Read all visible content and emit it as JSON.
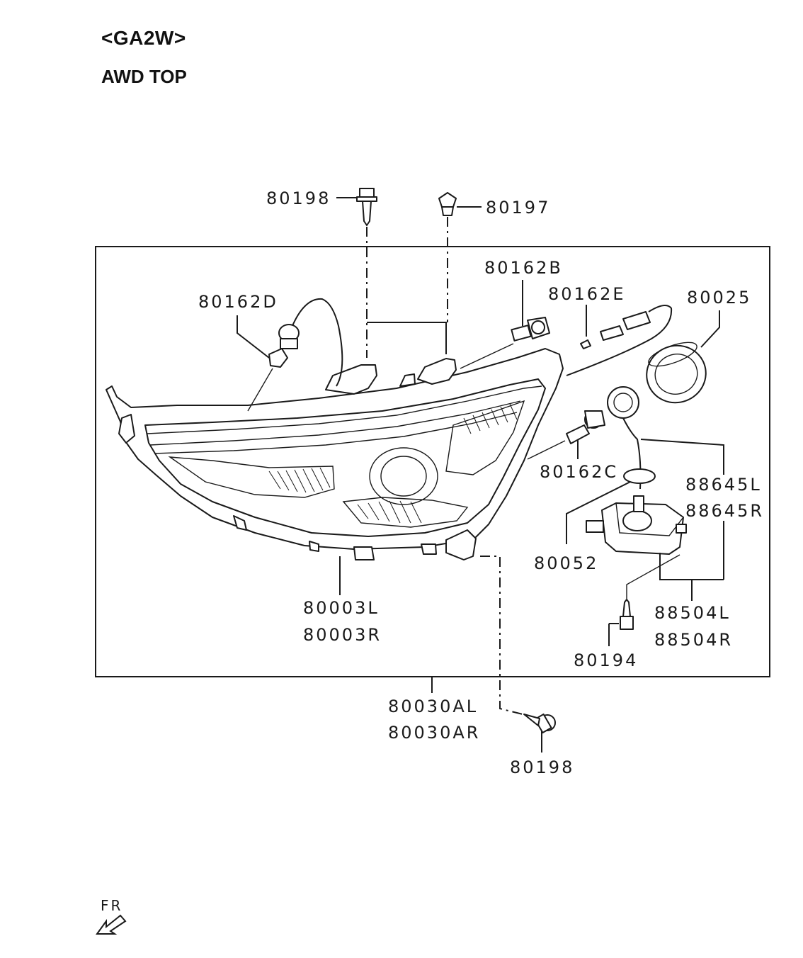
{
  "header": {
    "model": "<GA2W>",
    "section": "AWD TOP"
  },
  "parts": {
    "p80198_top": "80198",
    "p80197": "80197",
    "p80162B": "80162B",
    "p80162D": "80162D",
    "p80162E": "80162E",
    "p80025": "80025",
    "p80162C": "80162C",
    "p88645L": "88645L",
    "p88645R": "88645R",
    "p80052": "80052",
    "p80003L": "80003L",
    "p80003R": "80003R",
    "p88504L": "88504L",
    "p88504R": "88504R",
    "p80194": "80194",
    "p80030AL": "80030AL",
    "p80030AR": "80030AR",
    "p80198_bottom": "80198"
  },
  "orientation": {
    "label": "FR",
    "icon": "front-arrow-icon"
  }
}
